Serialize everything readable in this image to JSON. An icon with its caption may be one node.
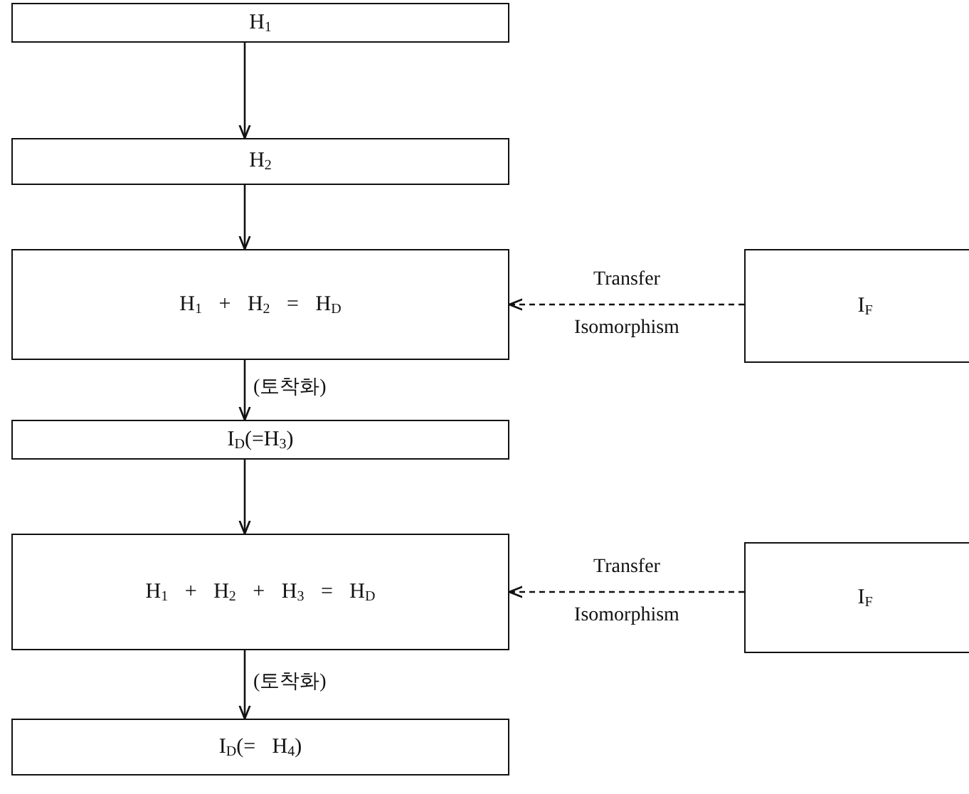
{
  "diagram": {
    "nodes": [
      {
        "text": [
          "H$_{1}$"
        ]
      },
      {
        "text": [
          "H$_{2}$"
        ]
      },
      {
        "text": [
          "H$_{1}$ + H$_{2}$ = H$_{D}$"
        ]
      },
      {
        "text": [
          "I$_{F}$"
        ]
      },
      {
        "text": [
          "I$_{D}$(=H$_{3}$)"
        ]
      },
      {
        "text": [
          "H$_{1}$ + H$_{2}$ + H$_{3}$ = H$_{D}$"
        ]
      },
      {
        "text": [
          "I$_{F}$"
        ]
      },
      {
        "text": [
          "I$_{D}$(= H$_{4}$)"
        ]
      }
    ],
    "edges": [
      {
        "from": 0,
        "to": 1,
        "arrow": "to"
      },
      {
        "from": 1,
        "to": 2,
        "arrow": "to"
      },
      {
        "from": 2,
        "to": 4,
        "arrow": "to",
        "label": "(토착화)"
      },
      {
        "from": 4,
        "to": 5,
        "arrow": "to"
      },
      {
        "from": 5,
        "to": 7,
        "arrow": "to",
        "label": "(토착화)"
      },
      {
        "from": 3,
        "to": 2,
        "arrow": "to",
        "style": "dashed",
        "label": "Transfer Isomorphism"
      },
      {
        "from": 6,
        "to": 5,
        "arrow": "to",
        "style": "dashed",
        "label": "Transfer Isomorphism"
      }
    ]
  }
}
